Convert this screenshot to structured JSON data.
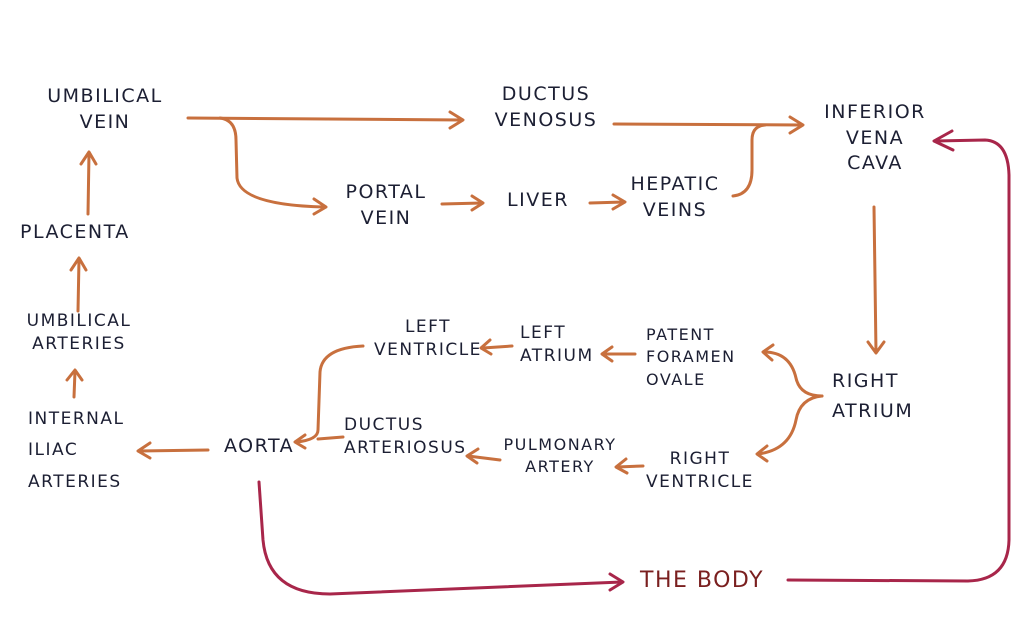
{
  "title": "Fetal circulation flow diagram",
  "colors": {
    "text": "#1c1f33",
    "flow_arrow": "#c8703e",
    "systemic_arrow": "#a8264a",
    "body_text": "#7a1f1f"
  },
  "nodes": {
    "umbilical_vein": [
      "Umbilical",
      "Vein"
    ],
    "ductus_venosus": [
      "Ductus",
      "Venosus"
    ],
    "inferior_vena_cava": [
      "Inferior",
      "Vena",
      "Cava"
    ],
    "portal_vein": [
      "Portal",
      "Vein"
    ],
    "liver": [
      "Liver"
    ],
    "hepatic_veins": [
      "Hepatic",
      "Veins"
    ],
    "placenta": [
      "Placenta"
    ],
    "umbilical_arteries": [
      "Umbilical",
      "Arteries"
    ],
    "internal_iliac_arteries": [
      "Internal",
      "Iliac",
      "Arteries"
    ],
    "aorta": [
      "Aorta"
    ],
    "left_ventricle": [
      "Left",
      "Ventricle"
    ],
    "left_atrium": [
      "Left",
      "Atrium"
    ],
    "patent_foramen_ovale": [
      "Patent",
      "Foramen",
      "Ovale"
    ],
    "right_atrium": [
      "Right",
      "Atrium"
    ],
    "ductus_arteriosus": [
      "Ductus",
      "Arteriosus"
    ],
    "pulmonary_artery": [
      "Pulmonary",
      "Artery"
    ],
    "right_ventricle": [
      "Right",
      "Ventricle"
    ],
    "the_body": [
      "The Body"
    ]
  },
  "edges": [
    {
      "from": "Umbilical Vein",
      "to": "Ductus Venosus"
    },
    {
      "from": "Umbilical Vein",
      "to": "Portal Vein"
    },
    {
      "from": "Portal Vein",
      "to": "Liver"
    },
    {
      "from": "Liver",
      "to": "Hepatic Veins"
    },
    {
      "from": "Ductus Venosus",
      "to": "Inferior Vena Cava"
    },
    {
      "from": "Hepatic Veins",
      "to": "Inferior Vena Cava"
    },
    {
      "from": "Inferior Vena Cava",
      "to": "Right Atrium"
    },
    {
      "from": "Right Atrium",
      "to": "Patent Foramen Ovale"
    },
    {
      "from": "Right Atrium",
      "to": "Right Ventricle"
    },
    {
      "from": "Patent Foramen Ovale",
      "to": "Left Atrium"
    },
    {
      "from": "Left Atrium",
      "to": "Left Ventricle"
    },
    {
      "from": "Left Ventricle",
      "to": "Aorta"
    },
    {
      "from": "Right Ventricle",
      "to": "Pulmonary Artery"
    },
    {
      "from": "Pulmonary Artery",
      "to": "Ductus Arteriosus"
    },
    {
      "from": "Ductus Arteriosus",
      "to": "Aorta"
    },
    {
      "from": "Aorta",
      "to": "Internal Iliac Arteries"
    },
    {
      "from": "Internal Iliac Arteries",
      "to": "Umbilical Arteries"
    },
    {
      "from": "Umbilical Arteries",
      "to": "Placenta"
    },
    {
      "from": "Placenta",
      "to": "Umbilical Vein"
    },
    {
      "from": "Aorta",
      "to": "The Body"
    },
    {
      "from": "The Body",
      "to": "Inferior Vena Cava"
    }
  ]
}
